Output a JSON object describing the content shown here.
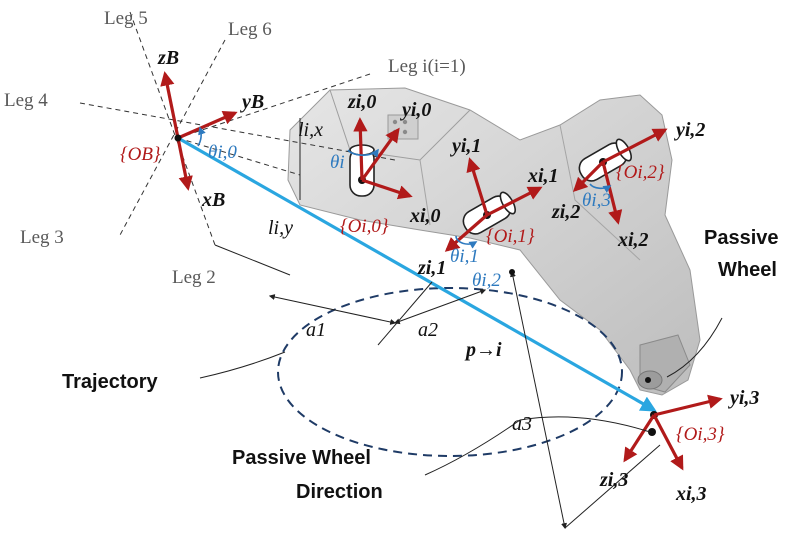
{
  "legs": {
    "leg5": "Leg 5",
    "leg6": "Leg 6",
    "leg_i": "Leg i(i=1)",
    "leg4": "Leg 4",
    "leg3": "Leg 3",
    "leg2": "Leg 2"
  },
  "base_frame": {
    "z": "zB",
    "y": "yB",
    "x": "xB",
    "origin": "{OB}",
    "theta": "θi,0"
  },
  "frames": {
    "z_i0": "zi,0",
    "y_i0": "yi,0",
    "x_i0": "xi,0",
    "o_i0": "{Oi,0}",
    "theta_i1": "θi,1",
    "y_i1": "yi,1",
    "x_i1": "xi,1",
    "z_i1": "zi,1",
    "o_i1": "{Oi,1}",
    "theta_i2": "θi,2",
    "y_i2": "yi,2",
    "z_i2": "zi,2",
    "x_i2": "xi,2",
    "o_i2": "{Oi,2}",
    "theta_i3": "θi,3",
    "y_i3": "yi,3",
    "z_i3": "zi,3",
    "x_i3": "xi,3",
    "o_i3": "{Oi,3}"
  },
  "lengths": {
    "lix": "li,x",
    "liy": "li,y",
    "a1": "a1",
    "a2": "a2",
    "a3": "a3",
    "p_i": "p→i"
  },
  "callouts": {
    "trajectory": "Trajectory",
    "passive_wheel_1": "Passive",
    "passive_wheel_2": "Wheel",
    "wheel_direction_1": "Passive Wheel",
    "wheel_direction_2": "Direction"
  },
  "colors": {
    "axis_red": "#b11a1a",
    "rotation_blue": "#2e7abf",
    "position_vector": "#2aa6e0",
    "leg_body": "#d3d3d3"
  }
}
